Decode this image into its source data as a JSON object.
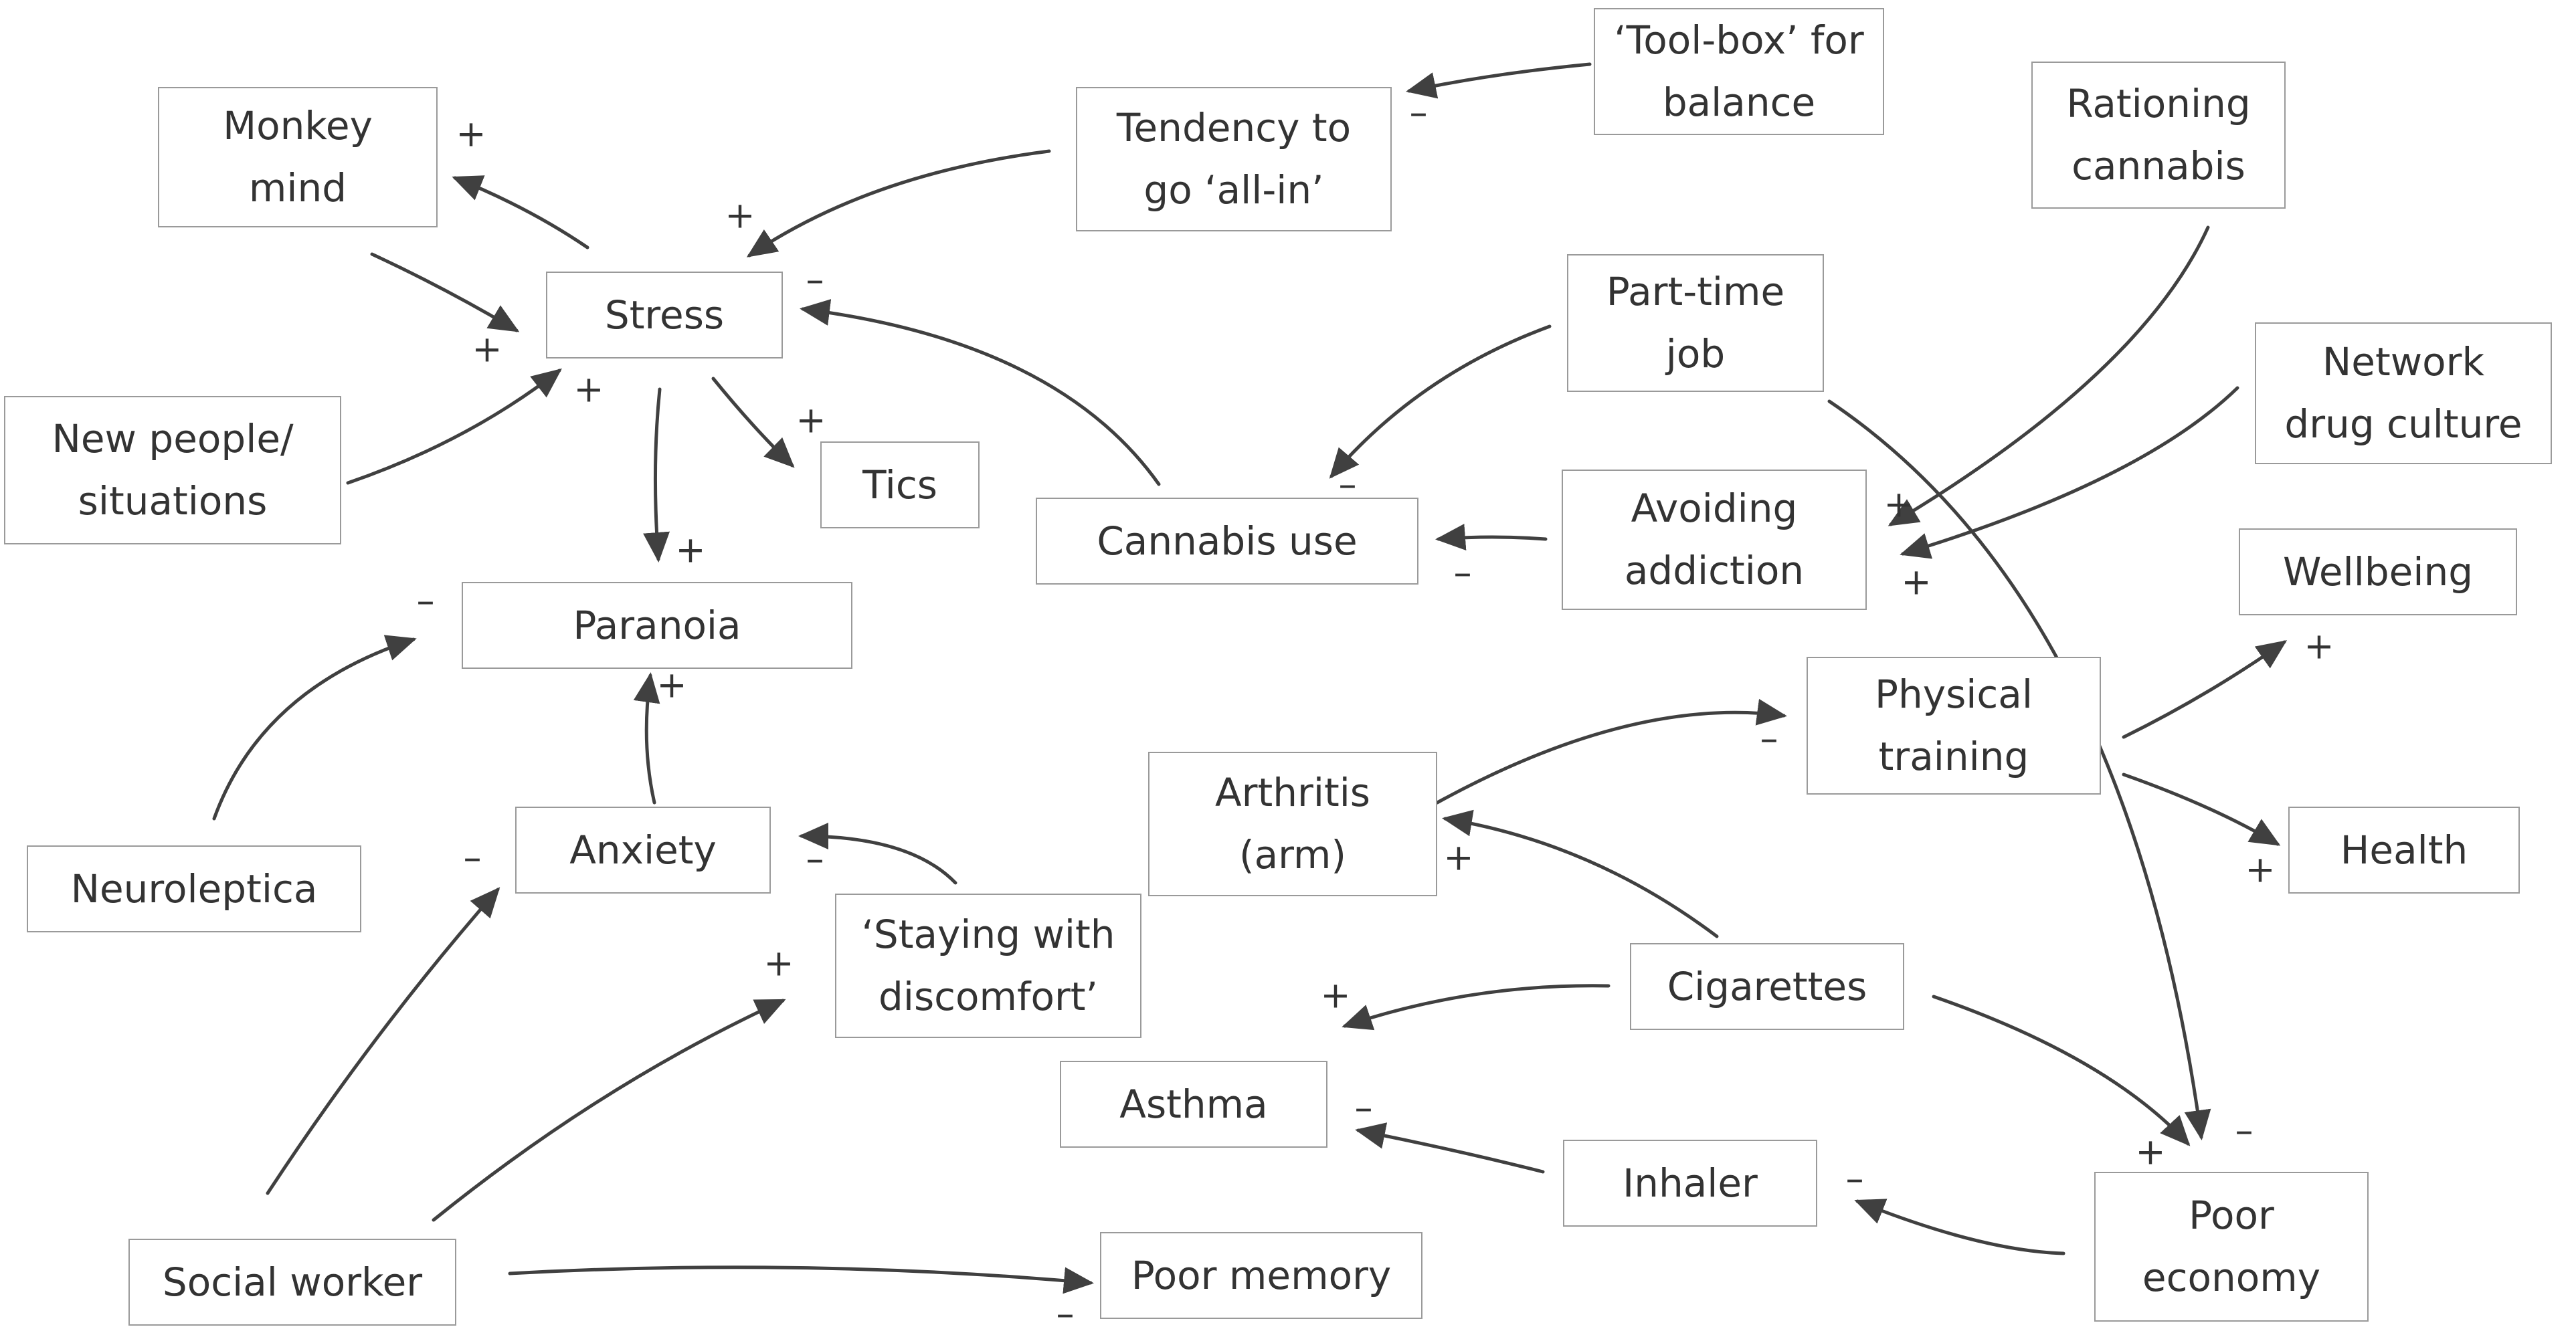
{
  "nodes": {
    "toolbox": "‘Tool-box’ for\nbalance",
    "rationing": "Rationing\ncannabis",
    "monkey": "Monkey\nmind",
    "tendency": "Tendency to\ngo ‘all-in’",
    "stress": "Stress",
    "parttime": "Part-time\njob",
    "network": "Network\ndrug culture",
    "newpeople": "New people/\nsituations",
    "tics": "Tics",
    "avoiding": "Avoiding\naddiction",
    "cannabis": "Cannabis use",
    "paranoia": "Paranoia",
    "wellbeing": "Wellbeing",
    "physical": "Physical\ntraining",
    "arthritis": "Arthritis\n(arm)",
    "anxiety": "Anxiety",
    "health": "Health",
    "neuroleptica": "Neuroleptica",
    "staying": "‘Staying with\ndiscomfort’",
    "cigarettes": "Cigarettes",
    "asthma": "Asthma",
    "inhaler": "Inhaler",
    "poorecon": "Poor\neconomy",
    "social": "Social worker",
    "poormem": "Poor memory"
  },
  "edges": [
    {
      "from": "toolbox",
      "to": "tendency",
      "sign": "-"
    },
    {
      "from": "tendency",
      "to": "stress",
      "sign": "+"
    },
    {
      "from": "stress",
      "to": "monkey",
      "sign": "+"
    },
    {
      "from": "monkey",
      "to": "stress",
      "sign": "+"
    },
    {
      "from": "newpeople",
      "to": "stress",
      "sign": "+"
    },
    {
      "from": "stress",
      "to": "tics",
      "sign": "+"
    },
    {
      "from": "stress",
      "to": "paranoia",
      "sign": "+"
    },
    {
      "from": "cannabis",
      "to": "stress",
      "sign": "-"
    },
    {
      "from": "parttime",
      "to": "cannabis",
      "sign": "-"
    },
    {
      "from": "avoiding",
      "to": "cannabis",
      "sign": "-"
    },
    {
      "from": "rationing",
      "to": "avoiding",
      "sign": "+"
    },
    {
      "from": "network",
      "to": "avoiding",
      "sign": "+"
    },
    {
      "from": "parttime",
      "to": "poorecon",
      "sign": "-"
    },
    {
      "from": "physical",
      "to": "wellbeing",
      "sign": "+"
    },
    {
      "from": "physical",
      "to": "health",
      "sign": "+"
    },
    {
      "from": "arthritis",
      "to": "physical",
      "sign": "-"
    },
    {
      "from": "cigarettes",
      "to": "arthritis",
      "sign": "+"
    },
    {
      "from": "cigarettes",
      "to": "asthma",
      "sign": "+"
    },
    {
      "from": "cigarettes",
      "to": "poorecon",
      "sign": "+"
    },
    {
      "from": "inhaler",
      "to": "asthma",
      "sign": "-"
    },
    {
      "from": "poorecon",
      "to": "inhaler",
      "sign": "-"
    },
    {
      "from": "neuroleptica",
      "to": "paranoia",
      "sign": "-"
    },
    {
      "from": "anxiety",
      "to": "paranoia",
      "sign": "+"
    },
    {
      "from": "staying",
      "to": "anxiety",
      "sign": "-"
    },
    {
      "from": "social",
      "to": "anxiety",
      "sign": "-"
    },
    {
      "from": "social",
      "to": "staying",
      "sign": "+"
    },
    {
      "from": "social",
      "to": "poormem",
      "sign": "-"
    }
  ],
  "colors": {
    "line": "#404040",
    "box_border": "#9a9a9a",
    "text": "#333333"
  }
}
